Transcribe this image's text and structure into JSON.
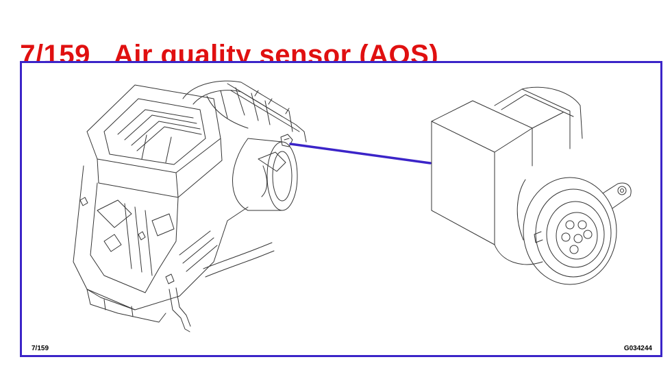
{
  "title": {
    "number": "7/159",
    "text": "Air quality sensor (AQS)"
  },
  "figure": {
    "ref_label": "7/159",
    "code_label": "G034244"
  },
  "colors": {
    "title": "#e01010",
    "frame_border": "#3b24c8",
    "pointer_line": "#3b24c8",
    "line_art": "#333333"
  },
  "icons": {
    "hvac_unit": "hvac-housing-line-art",
    "sensor": "air-quality-sensor-line-art"
  }
}
